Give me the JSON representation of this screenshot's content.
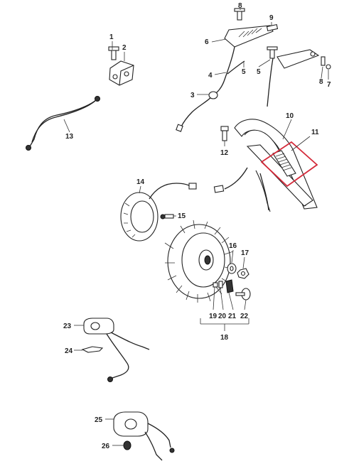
{
  "diagram": {
    "callouts": [
      "1",
      "2",
      "3",
      "4",
      "5",
      "5",
      "6",
      "7",
      "8",
      "8",
      "9",
      "10",
      "11",
      "12",
      "13",
      "14",
      "15",
      "16",
      "17",
      "19",
      "20",
      "21",
      "22",
      "18",
      "23",
      "24",
      "25",
      "26"
    ],
    "highlight_color": "#d42a3a",
    "line_color": "#222222"
  }
}
